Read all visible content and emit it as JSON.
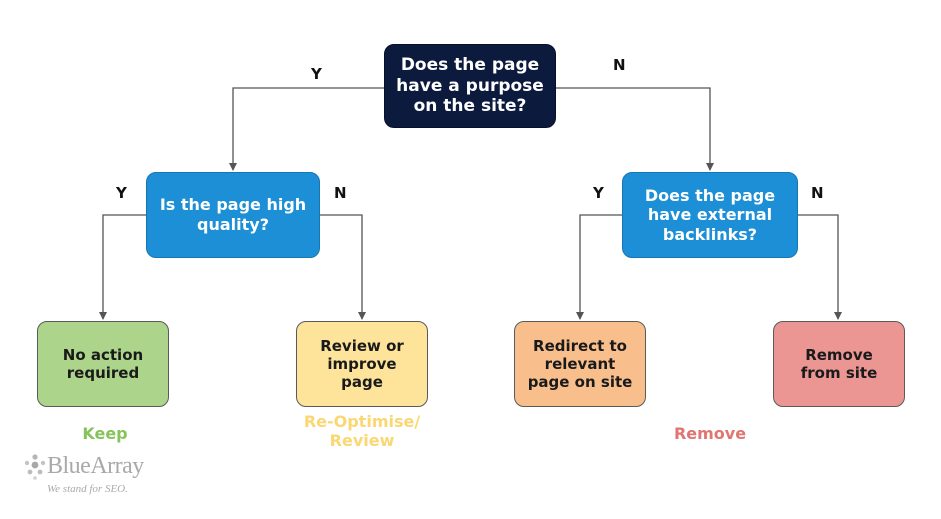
{
  "nodes": {
    "root": "Does the page\nhave a purpose\non the site?",
    "quality": "Is the page high\nquality?",
    "backlinks": "Does the page\nhave external\nbacklinks?",
    "no_action": "No action\nrequired",
    "review": "Review or\nimprove\npage",
    "redirect": "Redirect to\nrelevant\npage on site",
    "remove": "Remove\nfrom site"
  },
  "branch_labels": {
    "root_yes": "Y",
    "root_no": "N",
    "quality_yes": "Y",
    "quality_no": "N",
    "backlinks_yes": "Y",
    "backlinks_no": "N"
  },
  "outcomes": {
    "keep": "Keep",
    "reoptimise": "Re-Optimise/\nReview",
    "remove": "Remove"
  },
  "colors": {
    "root": "#0c1a3d",
    "question": "#1d8fd6",
    "keep": "#acd58b",
    "review": "#fde49a",
    "redirect": "#f8bf8c",
    "remove": "#ec9694"
  },
  "logo": {
    "name": "BlueArray",
    "tagline": "We stand for SEO."
  }
}
